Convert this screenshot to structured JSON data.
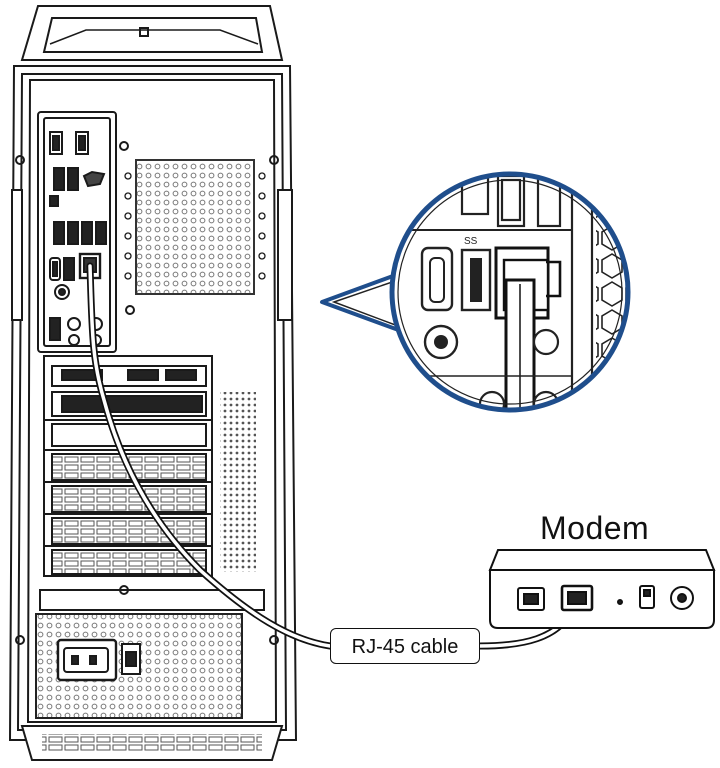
{
  "labels": {
    "modem": "Modem",
    "cable": "RJ-45 cable"
  },
  "colors": {
    "line": "#1a1a1a",
    "callout_ring": "#1f4e8c",
    "grille": "#7a7a7a"
  },
  "icons": [
    "desktop-tower",
    "lan-port",
    "modem-device",
    "power-socket",
    "magnifier-callout"
  ]
}
